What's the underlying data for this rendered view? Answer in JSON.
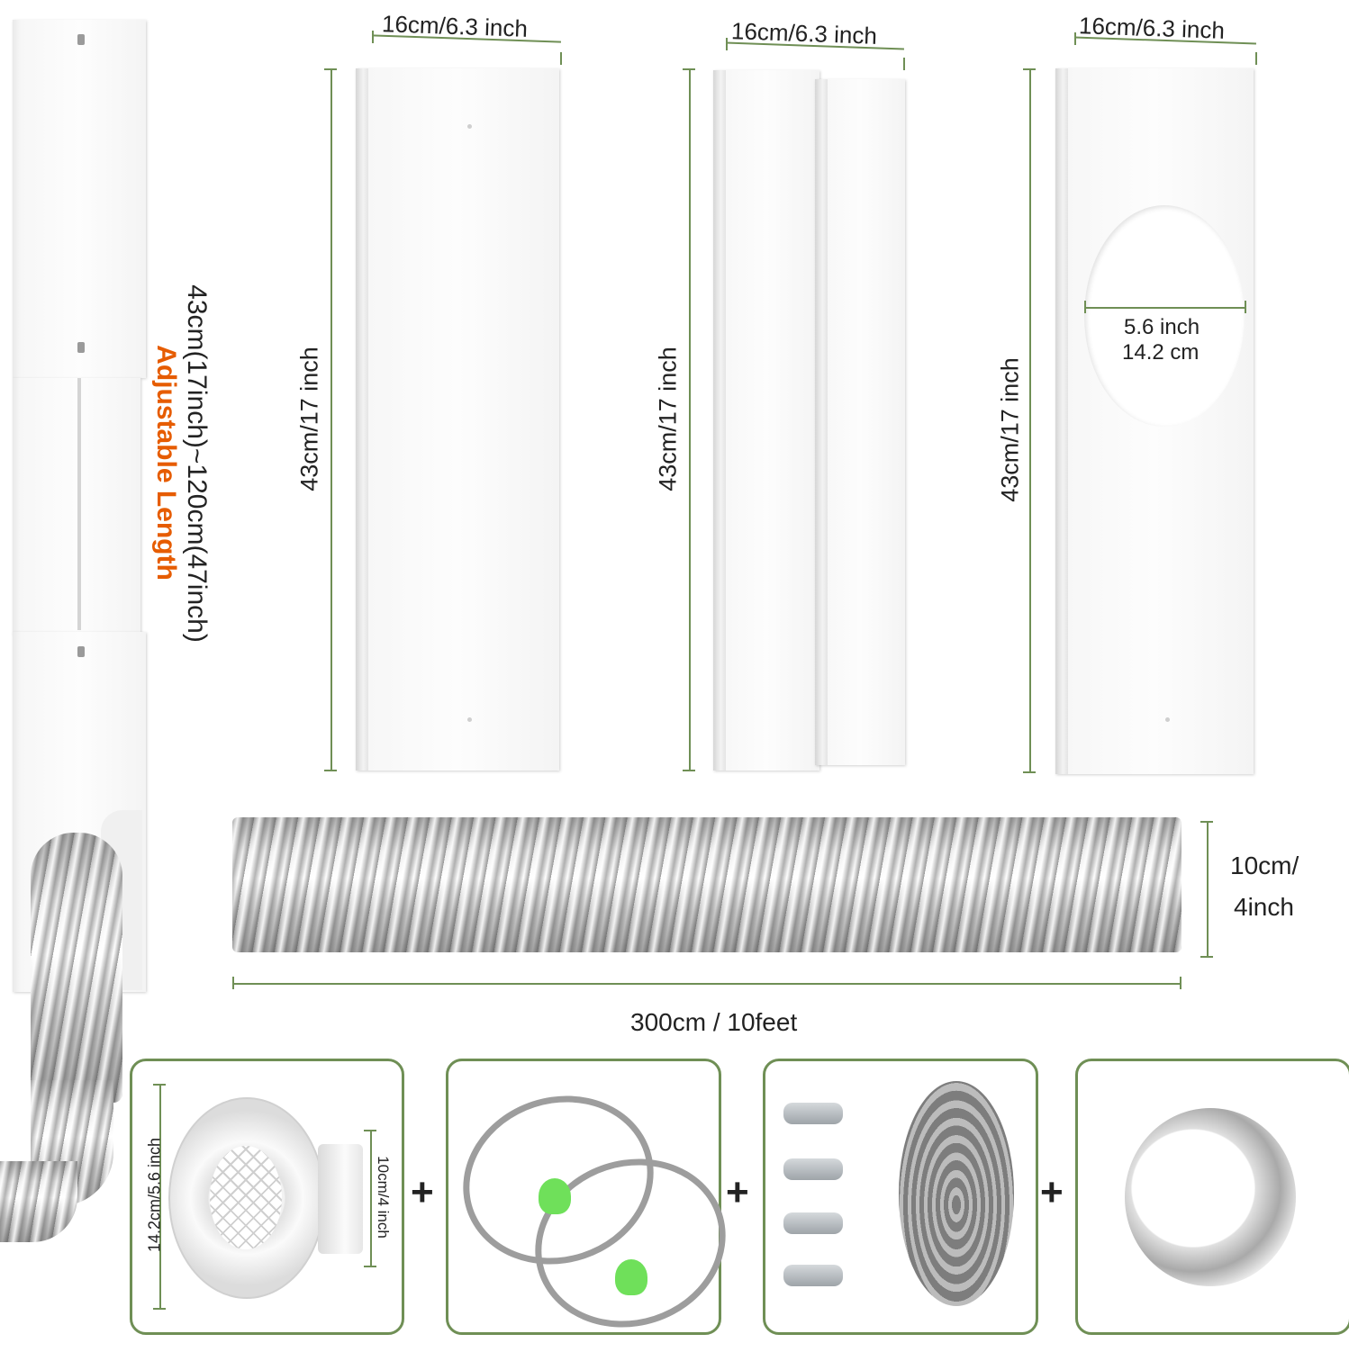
{
  "adjustable_panel": {
    "length_label": "43cm(17inch)~120cm(47inch)",
    "caption": "Adjustable Length",
    "caption_color": "#e65c00"
  },
  "panels": [
    {
      "width_label": "16cm/6.3 inch",
      "height_label": "43cm/17 inch",
      "variant": "plain"
    },
    {
      "width_label": "16cm/6.3 inch",
      "height_label": "43cm/17 inch",
      "variant": "double"
    },
    {
      "width_label": "16cm/6.3 inch",
      "height_label": "43cm/17 inch",
      "variant": "with-hole",
      "hole_label_1": "5.6 inch",
      "hole_label_2": "14.2 cm"
    }
  ],
  "hose": {
    "diameter_label_1": "10cm/",
    "diameter_label_2": "4inch",
    "length_label": "300cm / 10feet"
  },
  "accessories": {
    "adapter": {
      "outer_label": "14.2cm/5.6 inch",
      "inner_label": "10cm/4 inch"
    },
    "plus_sign": "+",
    "items": [
      "hose-clamps",
      "screws-and-foam-seal",
      "aluminum-tape"
    ]
  },
  "colors": {
    "dimension_line": "#6f8f55",
    "box_border": "#6f8f55",
    "accent": "#e65c00"
  }
}
